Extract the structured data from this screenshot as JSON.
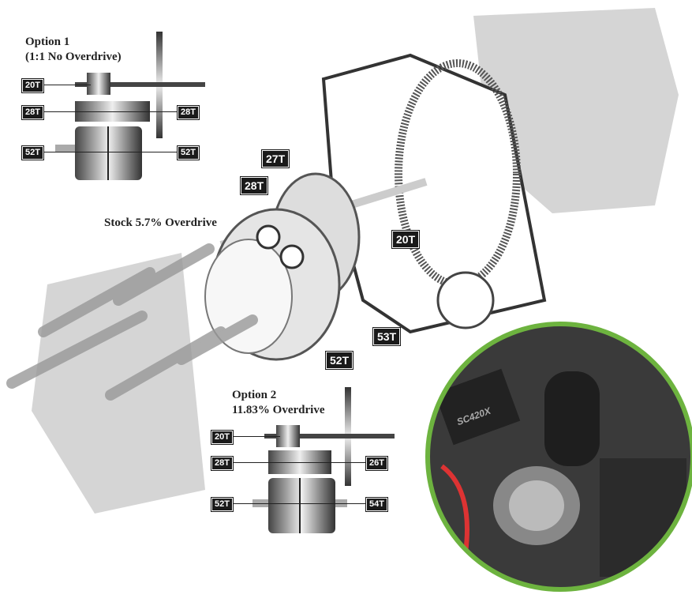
{
  "option1": {
    "title_line1": "Option 1",
    "title_line2": "(1:1 No Overdrive)",
    "labels": [
      "20T",
      "28T",
      "28T",
      "52T",
      "52T"
    ]
  },
  "stock": {
    "title": "Stock 5.7% Overdrive",
    "labels": [
      "27T",
      "28T",
      "20T",
      "53T",
      "52T"
    ]
  },
  "option2": {
    "title_line1": "Option 2",
    "title_line2": "11.83% Overdrive",
    "labels": [
      "20T",
      "28T",
      "26T",
      "52T",
      "54T"
    ]
  },
  "photo": {
    "esc_text": "SC420X"
  },
  "colors": {
    "photo_border": "#6db33f",
    "tag_bg": "#1a1a1a"
  }
}
